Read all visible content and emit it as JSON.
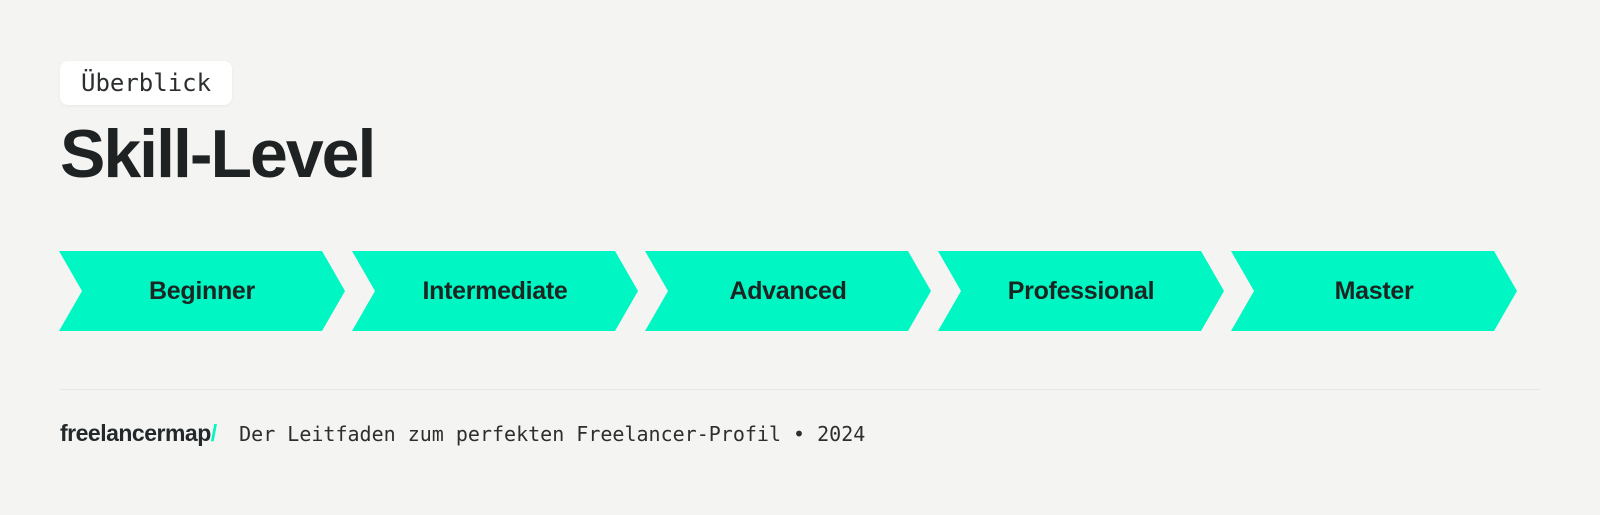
{
  "badge": {
    "label": "Überblick"
  },
  "title": "Skill-Level",
  "levels": [
    "Beginner",
    "Intermediate",
    "Advanced",
    "Professional",
    "Master"
  ],
  "footer": {
    "brand": "freelancermap",
    "brand_slash": "/",
    "caption": "Der Leitfaden zum perfekten Freelancer-Profil • 2024"
  },
  "colors": {
    "accent": "#00f6c3",
    "background": "#f4f4f3",
    "heading_ink": "#1e2222",
    "chevron_label_ink": "#1b2522",
    "divider": "#e7e7e5"
  }
}
